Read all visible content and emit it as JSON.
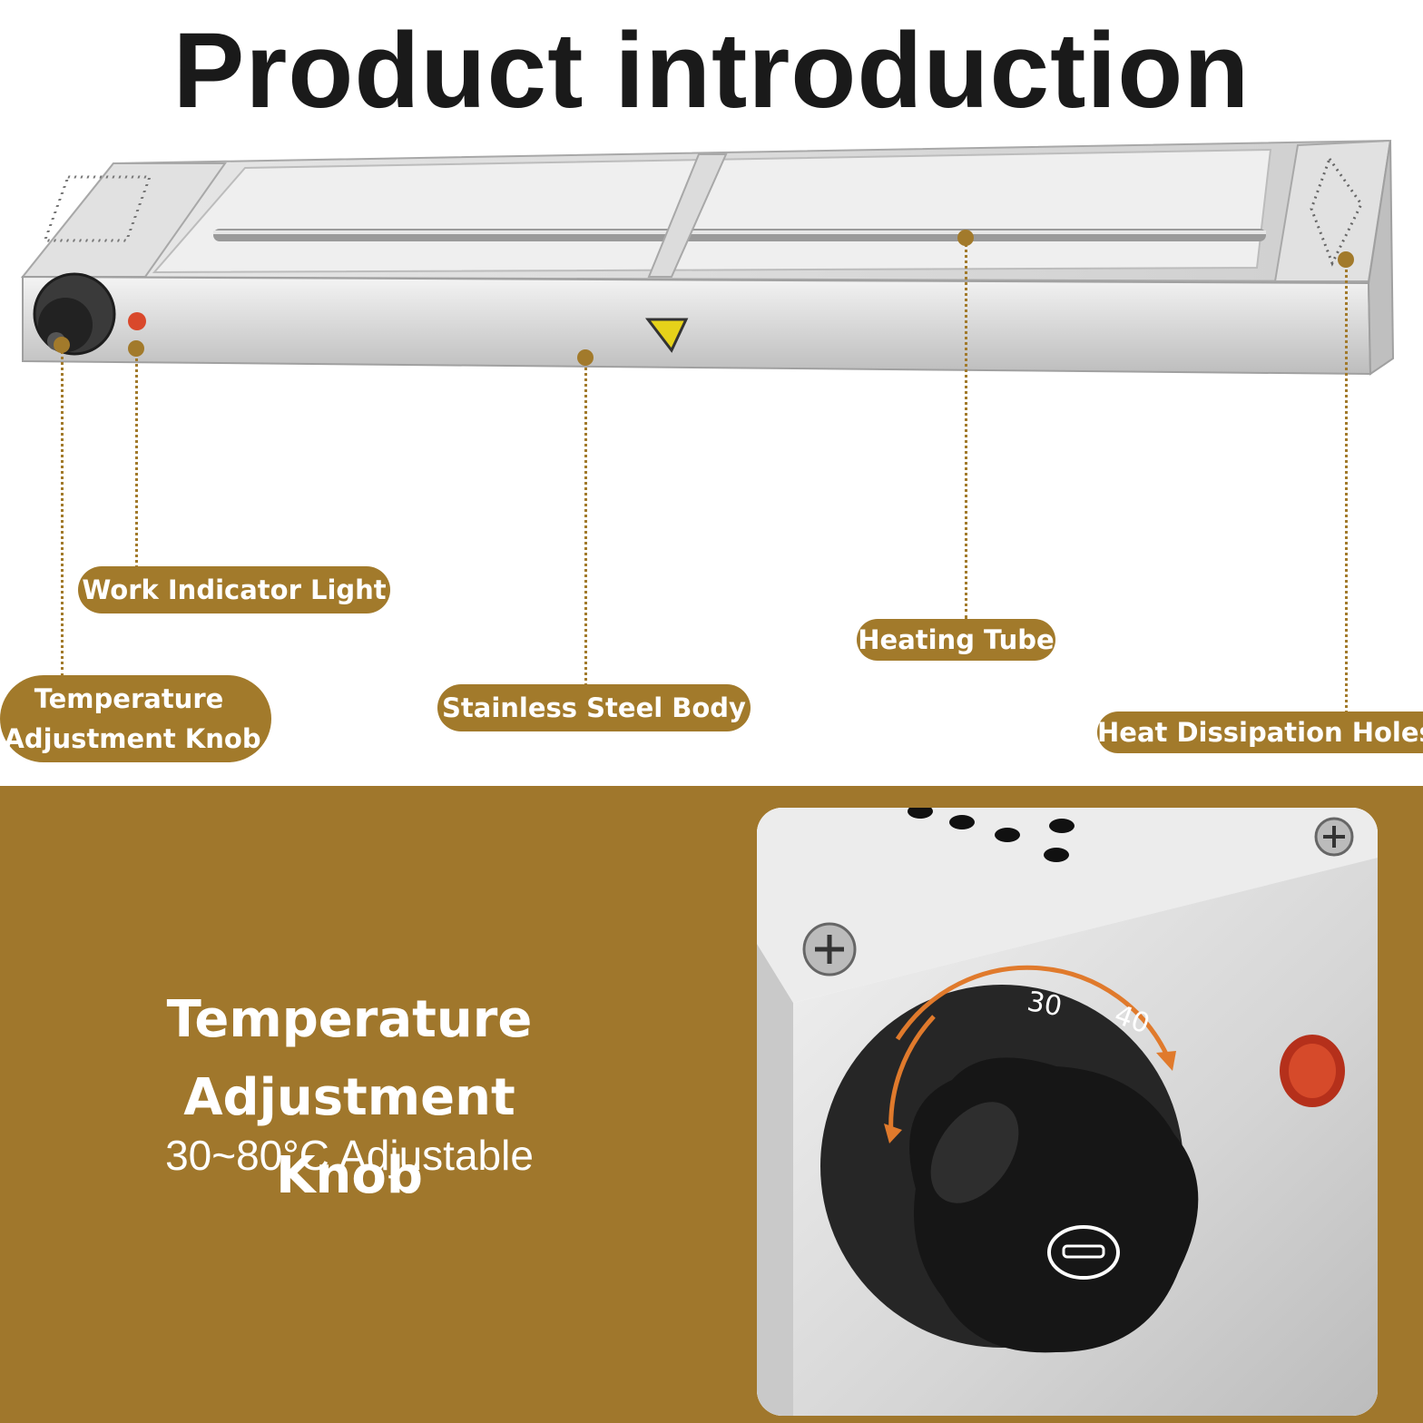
{
  "header": {
    "title": "Product introduction"
  },
  "callouts": {
    "work_indicator_light": "Work Indicator Light",
    "temperature_knob_line1": "Temperature",
    "temperature_knob_line2": "Adjustment Knob",
    "stainless_steel_body": "Stainless Steel Body",
    "heating_tube": "Heating Tube",
    "heat_dissipation_holes": "Heat Dissipation Holes"
  },
  "feature": {
    "title_line1": "Temperature Adjustment",
    "title_line2": "Knob",
    "subtitle": "30~80°C Adjustable"
  },
  "dial": {
    "mark_30": "30",
    "mark_40": "40"
  },
  "colors": {
    "accent": "#a27a2b",
    "panel": "#a0772c",
    "indicator": "#d9482b"
  }
}
